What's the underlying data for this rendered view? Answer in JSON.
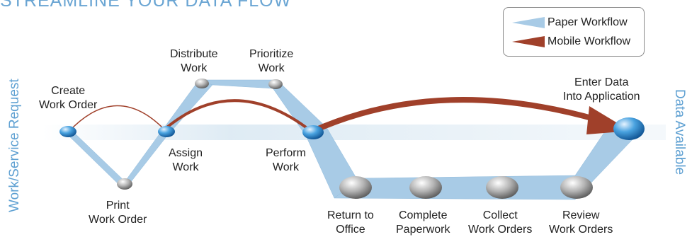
{
  "title": "STREAMLINE YOUR DATA FLOW",
  "legend": {
    "paper": "Paper Workflow",
    "mobile": "Mobile Workflow"
  },
  "side_labels": {
    "left": "Work/Service Request",
    "right": "Data Available"
  },
  "colors": {
    "paper": "#a8cbe6",
    "mobile": "#a0402a",
    "accent_text": "#5ea0d2"
  },
  "steps": {
    "create": [
      "Create",
      "Work Order"
    ],
    "print": [
      "Print",
      "Work Order"
    ],
    "assign": [
      "Assign",
      "Work"
    ],
    "distribute": [
      "Distribute",
      "Work"
    ],
    "prioritize": [
      "Prioritize",
      "Work"
    ],
    "perform": [
      "Perform",
      "Work"
    ],
    "return": [
      "Return to",
      "Office"
    ],
    "complete": [
      "Complete",
      "Paperwork"
    ],
    "collect": [
      "Collect",
      "Work Orders"
    ],
    "review": [
      "Review",
      "Work Orders"
    ],
    "enter": [
      "Enter Data",
      "Into Application"
    ]
  }
}
